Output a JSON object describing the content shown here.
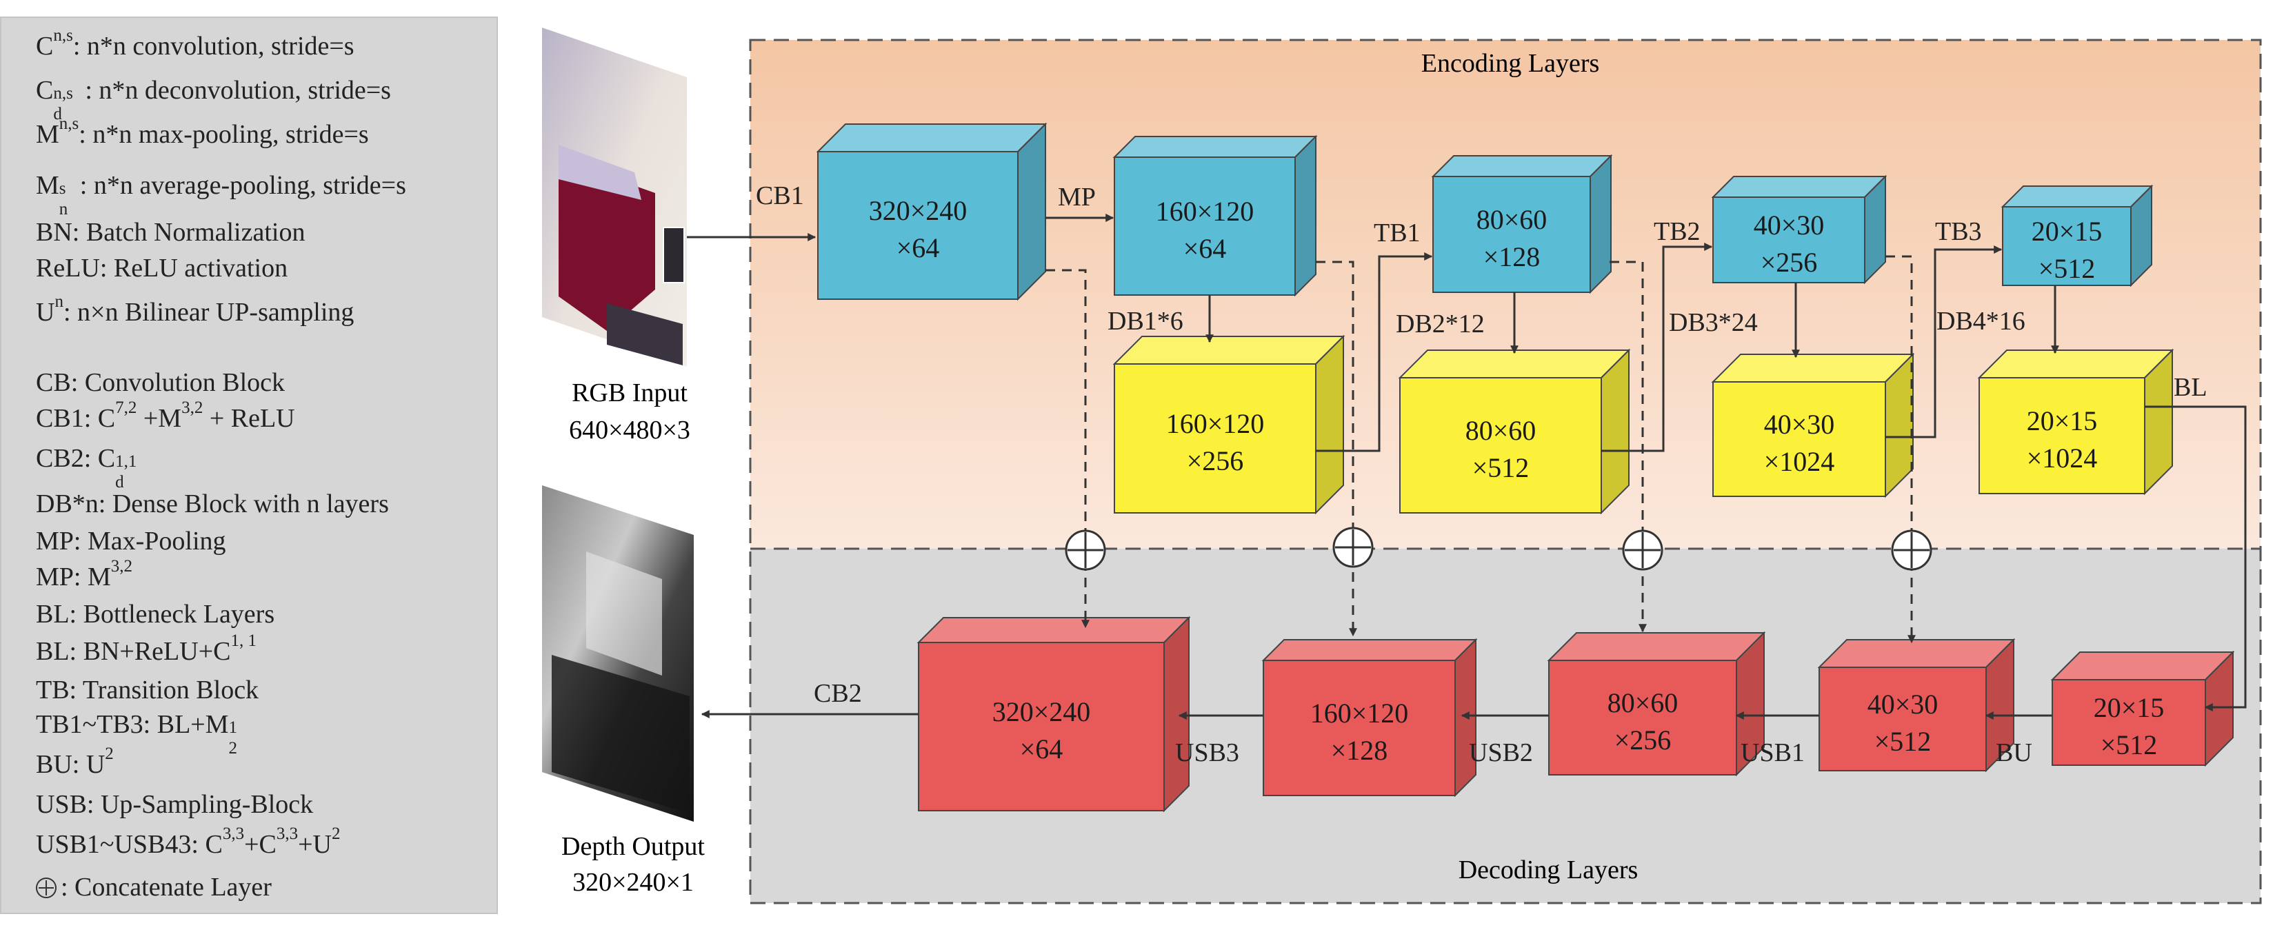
{
  "legend": {
    "conv": {
      "sym": "C",
      "sup": "n,s",
      "text": ": n*n convolution, stride=s"
    },
    "deconv": {
      "sym": "C",
      "sub": "d",
      "sup": "n,s",
      "text": ": n*n deconvolution, stride=s"
    },
    "maxpool": {
      "sym": "M",
      "sup": "n,s",
      "text": ": n*n max-pooling, stride=s"
    },
    "avgpool": {
      "sym": "M",
      "sub": "n",
      "sup": "s",
      "text": ": n*n average-pooling, stride=s"
    },
    "bn": "BN: Batch Normalization",
    "relu": "ReLU: ReLU activation",
    "up": {
      "sym": "U",
      "sup": "n",
      "text": ": n×n Bilinear UP-sampling"
    },
    "cb": "CB: Convolution Block",
    "cb1": {
      "a": "CB1: C",
      "a_sup": "7,2",
      "b": " +M",
      "b_sup": "3,2",
      "c": " + ReLU"
    },
    "cb2": {
      "a": "CB2: C",
      "a_sub": "d",
      "a_sup": "1,1"
    },
    "db": "DB*n: Dense Block with n layers",
    "mp": "MP: Max-Pooling",
    "mp2": {
      "a": "MP: M",
      "a_sup": "3,2"
    },
    "bl": "BL: Bottleneck Layers",
    "bl2": {
      "a": "BL: BN+ReLU+C",
      "a_sup": "1, 1"
    },
    "tb": "TB: Transition Block",
    "tb2": {
      "a": "TB1~TB3: BL+M",
      "a_sub": "2",
      "a_sup": "1"
    },
    "bu": {
      "a": "BU:  U",
      "a_sup": "2"
    },
    "usb": "USB: Up-Sampling-Block",
    "usb2": {
      "a": "USB1~USB43: C",
      "a_sup": "3,3",
      "b": "+C",
      "b_sup": "3,3",
      "c": "+U",
      "c_sup": "2"
    },
    "concat": ": Concatenate Layer"
  },
  "regions": {
    "encoding": "Encoding Layers",
    "decoding": "Decoding Layers"
  },
  "io": {
    "input_label": "RGB Input",
    "input_size": "640×480×3",
    "output_label": "Depth Output",
    "output_size": "320×240×1"
  },
  "blocks": {
    "enc1": [
      "320×240",
      "×64"
    ],
    "enc2": [
      "160×120",
      "×64"
    ],
    "enc3": [
      "80×60",
      "×128"
    ],
    "enc4": [
      "40×30",
      "×256"
    ],
    "enc5": [
      "20×15",
      "×512"
    ],
    "db1": [
      "160×120",
      "×256"
    ],
    "db2": [
      "80×60",
      "×512"
    ],
    "db3": [
      "40×30",
      "×1024"
    ],
    "db4": [
      "20×15",
      "×1024"
    ],
    "dec5": [
      "20×15",
      "×512"
    ],
    "dec4": [
      "40×30",
      "×512"
    ],
    "dec3": [
      "80×60",
      "×256"
    ],
    "dec2": [
      "160×120",
      "×128"
    ],
    "dec1": [
      "320×240",
      "×64"
    ]
  },
  "edges": {
    "cb1": "CB1",
    "mp": "MP",
    "tb1": "TB1",
    "tb2": "TB2",
    "tb3": "TB3",
    "db1": "DB1*6",
    "db2": "DB2*12",
    "db3": "DB3*24",
    "db4": "DB4*16",
    "bl": "BL",
    "bu": "BU",
    "usb1": "USB1",
    "usb2": "USB2",
    "usb3": "USB3",
    "cb2": "CB2"
  },
  "colors": {
    "encode": "#5bbcd6",
    "dense": "#fbf13b",
    "decode": "#e85a5a",
    "encoding_bg": "#f6d7c0",
    "decoding_bg": "#d8d8d8"
  }
}
